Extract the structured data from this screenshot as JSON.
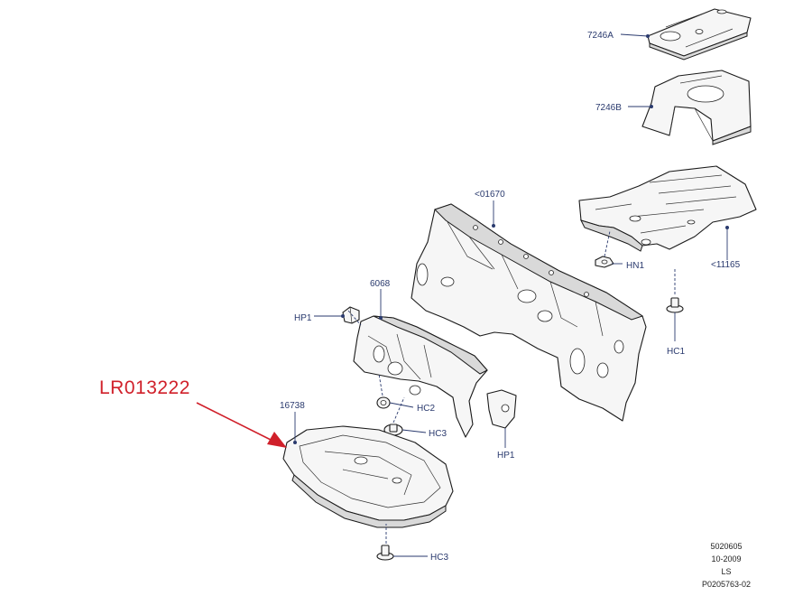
{
  "callout": {
    "part_number": "LR013222",
    "color": "#d0202a"
  },
  "labels": {
    "l7246a": "7246A",
    "l7246b": "7246B",
    "l01670": "<01670",
    "l11165": "<11165",
    "lhn1": "HN1",
    "lhc1": "HC1",
    "l6068": "6068",
    "lhp1a": "HP1",
    "lhc2": "HC2",
    "lhc3a": "HC3",
    "lhp1b": "HP1",
    "l16738": "16738",
    "lhc3b": "HC3"
  },
  "stamp": {
    "line1": "5020605",
    "line2": "10-2009",
    "line3": "LS",
    "line4": "P0205763-02"
  },
  "colors": {
    "label": "#2a3a6e",
    "outline": "#1a1a1a"
  }
}
